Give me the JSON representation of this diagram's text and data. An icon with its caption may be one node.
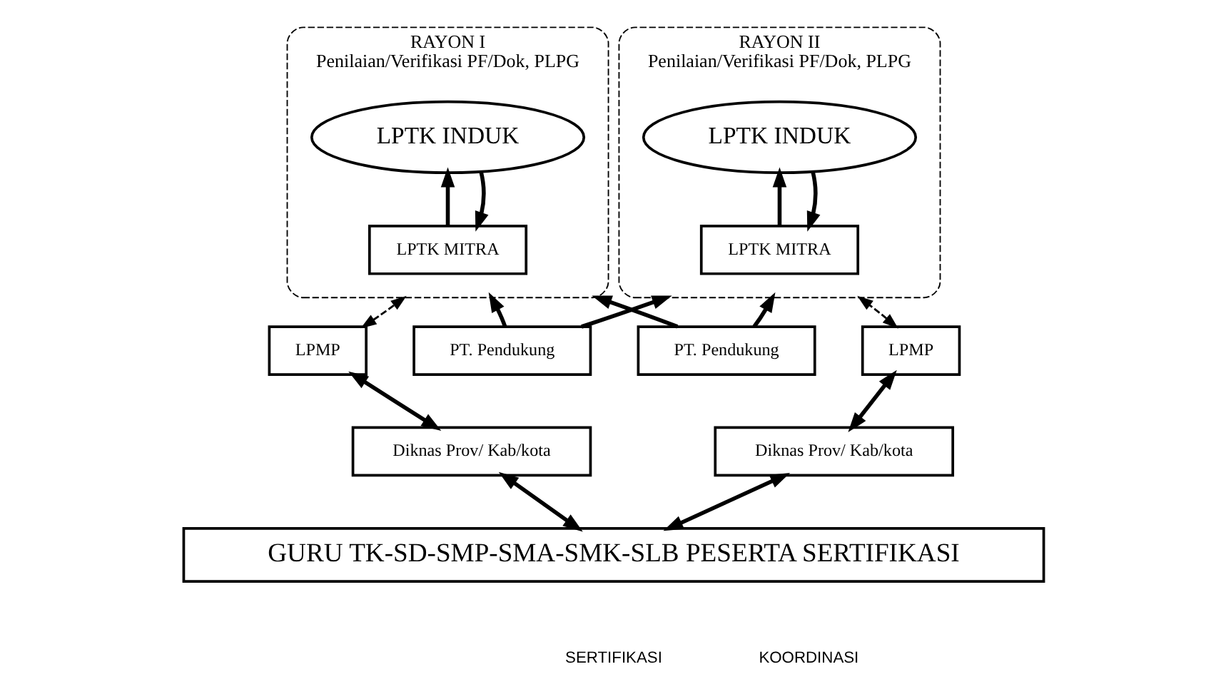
{
  "diagram": {
    "nodes": [
      {
        "text": [
          "RAYON I",
          "Penilaian/Verifikasi PF/Dok, PLPG"
        ]
      },
      {
        "text": [
          "LPTK INDUK"
        ],
        "in": 0
      },
      {
        "text": [
          "LPTK MITRA"
        ],
        "in": 0
      },
      {
        "text": [
          "RAYON II",
          "Penilaian/Verifikasi PF/Dok, PLPG"
        ]
      },
      {
        "text": [
          "LPTK INDUK"
        ],
        "in": 3
      },
      {
        "text": [
          "LPTK MITRA"
        ],
        "in": 3
      },
      {
        "text": [
          "LPMP"
        ]
      },
      {
        "text": [
          "PT. Pendukung"
        ]
      },
      {
        "text": [
          "PT. Pendukung"
        ]
      },
      {
        "text": [
          "LPMP"
        ]
      },
      {
        "text": [
          "Diknas Prov/ Kab/kota"
        ]
      },
      {
        "text": [
          "Diknas Prov/ Kab/kota"
        ]
      },
      {
        "text": [
          "GURU TK-SD-SMP-SMA-SMK-SLB PESERTA SERTIFIKASI"
        ]
      }
    ],
    "edges": [
      {
        "from": 2,
        "to": 1,
        "arrow": "to"
      },
      {
        "from": 1,
        "to": 2,
        "arrow": "to"
      },
      {
        "from": 5,
        "to": 4,
        "arrow": "to"
      },
      {
        "from": 4,
        "to": 5,
        "arrow": "to"
      },
      {
        "from": 6,
        "to": 0,
        "arrow": "both",
        "style": "dashed"
      },
      {
        "from": 7,
        "to": 0,
        "arrow": "to"
      },
      {
        "from": 8,
        "to": 0,
        "arrow": "to"
      },
      {
        "from": 7,
        "to": 3,
        "arrow": "to"
      },
      {
        "from": 8,
        "to": 3,
        "arrow": "to"
      },
      {
        "from": 9,
        "to": 3,
        "arrow": "both",
        "style": "dashed"
      },
      {
        "from": 6,
        "to": 10,
        "arrow": "both"
      },
      {
        "from": 10,
        "to": 12,
        "arrow": "both"
      },
      {
        "from": 9,
        "to": 11,
        "arrow": "both"
      },
      {
        "from": 11,
        "to": 12,
        "arrow": "both"
      }
    ],
    "legend": [
      {
        "text": "SERTIFIKASI"
      },
      {
        "text": "KOORDINASI"
      }
    ]
  }
}
